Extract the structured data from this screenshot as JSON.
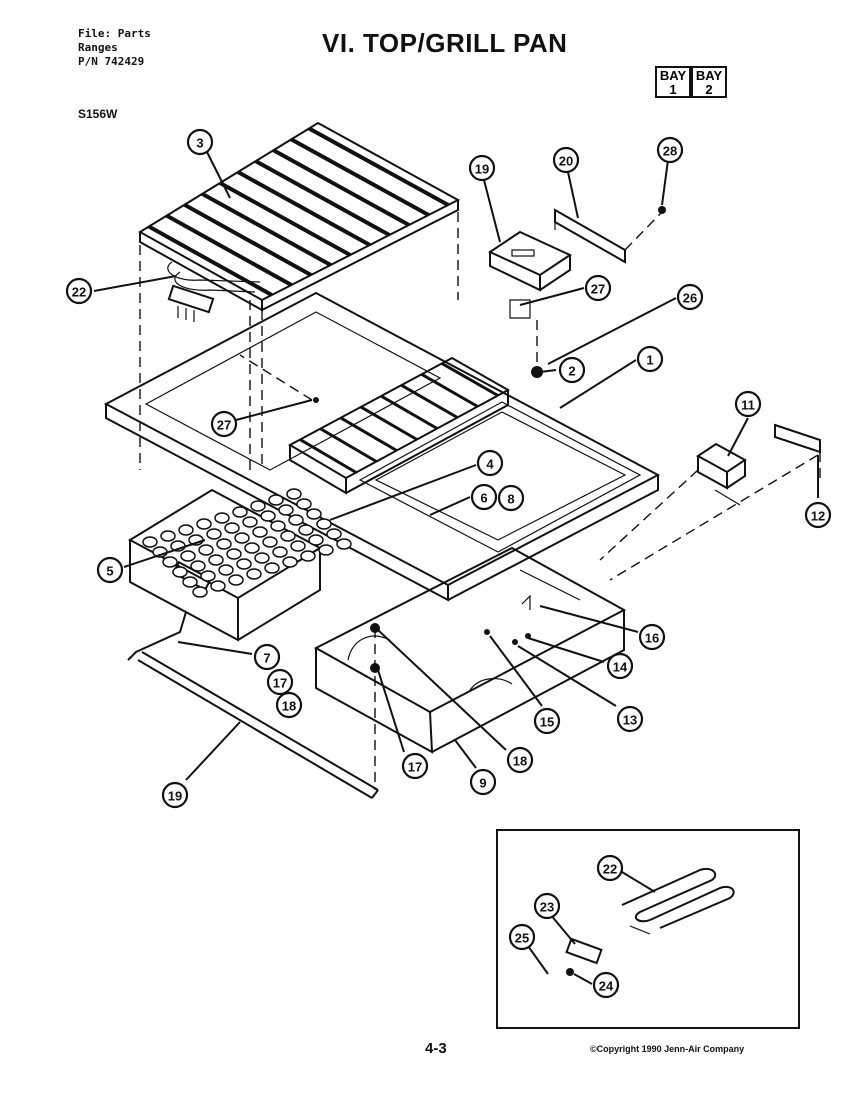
{
  "header": {
    "file_line": "File: Parts",
    "ranges_line": "Ranges",
    "pn_line": "P/N 742429",
    "title": "VI. TOP/GRILL PAN",
    "model": "S156W"
  },
  "bay": [
    {
      "top": "BAY",
      "bottom": "1"
    },
    {
      "top": "BAY",
      "bottom": "2"
    }
  ],
  "callouts": [
    {
      "id": "c3",
      "label": "3"
    },
    {
      "id": "c19a",
      "label": "19"
    },
    {
      "id": "c20",
      "label": "20"
    },
    {
      "id": "c28",
      "label": "28"
    },
    {
      "id": "c22a",
      "label": "22"
    },
    {
      "id": "c27a",
      "label": "27"
    },
    {
      "id": "c26",
      "label": "26"
    },
    {
      "id": "c2",
      "label": "2"
    },
    {
      "id": "c1",
      "label": "1"
    },
    {
      "id": "c27b",
      "label": "27"
    },
    {
      "id": "c11",
      "label": "11"
    },
    {
      "id": "c4",
      "label": "4"
    },
    {
      "id": "c6",
      "label": "6"
    },
    {
      "id": "c8",
      "label": "8"
    },
    {
      "id": "c12",
      "label": "12"
    },
    {
      "id": "c5",
      "label": "5"
    },
    {
      "id": "c16",
      "label": "16"
    },
    {
      "id": "c7",
      "label": "7"
    },
    {
      "id": "c17a",
      "label": "17"
    },
    {
      "id": "c18a",
      "label": "18"
    },
    {
      "id": "c14",
      "label": "14"
    },
    {
      "id": "c15",
      "label": "15"
    },
    {
      "id": "c13",
      "label": "13"
    },
    {
      "id": "c18b",
      "label": "18"
    },
    {
      "id": "c17b",
      "label": "17"
    },
    {
      "id": "c9",
      "label": "9"
    },
    {
      "id": "c19b",
      "label": "19"
    },
    {
      "id": "c22b",
      "label": "22"
    },
    {
      "id": "c23",
      "label": "23"
    },
    {
      "id": "c25",
      "label": "25"
    },
    {
      "id": "c24",
      "label": "24"
    }
  ],
  "footer": {
    "page_number": "4-3",
    "copyright": "©Copyright 1990 Jenn-Air Company"
  }
}
